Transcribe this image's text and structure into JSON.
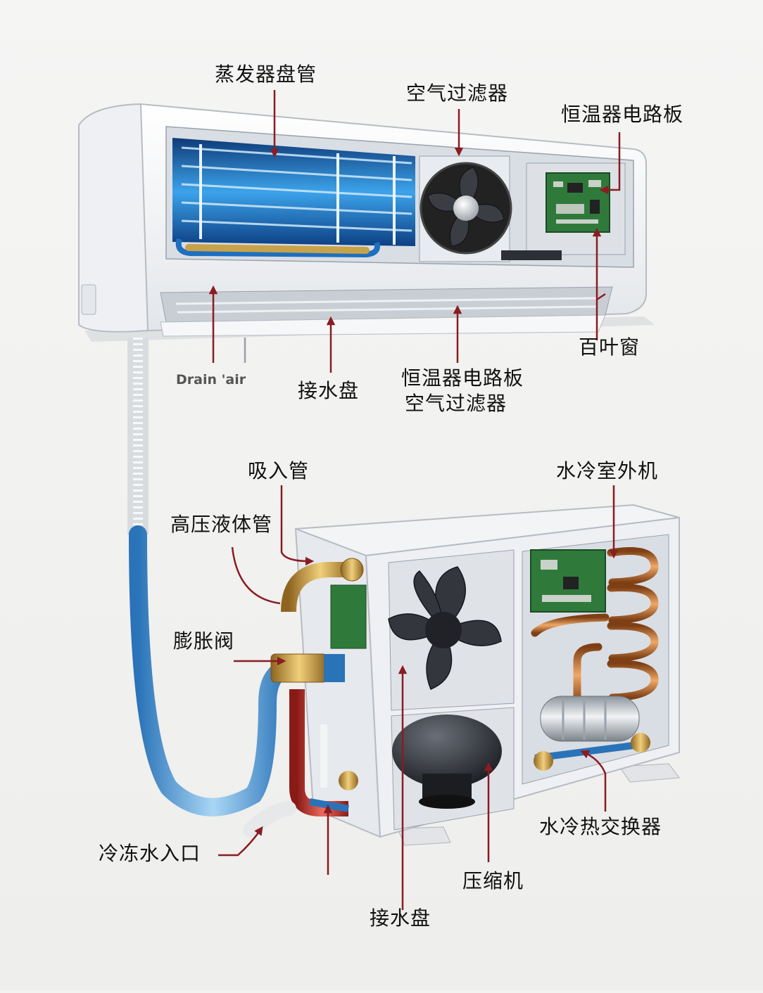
{
  "labels": {
    "evaporator_coil": "蒸发器盘管",
    "air_filter_top": "空气过滤器",
    "thermostat_board_top": "恒温器电路板",
    "louver": "百叶窗",
    "drain_text": "Drain 'air",
    "drip_tray_indoor": "接水盘",
    "thermostat_board_bottom": "恒温器电路板",
    "air_filter_bottom": "空气过滤器",
    "suction_pipe": "吸入管",
    "water_cooled_outdoor": "水冷室外机",
    "high_pressure_liquid_pipe": "高压液体管",
    "expansion_valve": "膨胀阀",
    "chilled_water_inlet": "冷冻水入口",
    "water_cooled_heat_exchanger": "水冷热交换器",
    "compressor": "压缩机",
    "drip_tray_outdoor": "接水盘"
  },
  "colors": {
    "callout": "#8a1c22",
    "coil_blue": "#2f8fd8",
    "refrigerant_red": "#c8332d",
    "water_blue": "#5ea9e0",
    "brass": "#c79a3c",
    "copper": "#c97b3e",
    "pcb_green": "#2f7a3a",
    "housing": "#f7f8fa",
    "fan_dark": "#2a2d33"
  }
}
